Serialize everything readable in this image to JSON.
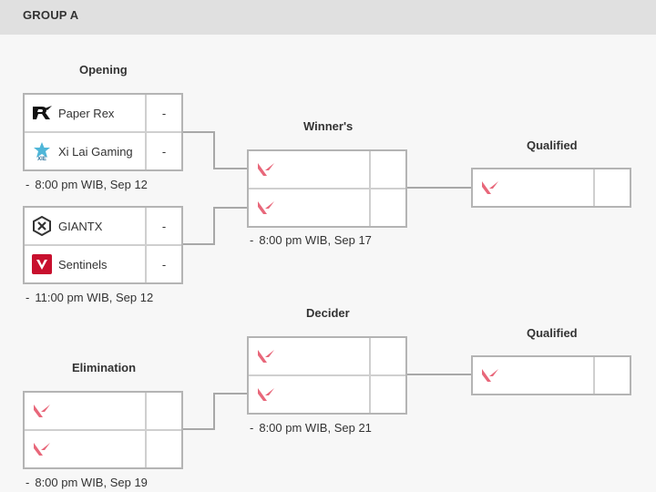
{
  "group": {
    "title": "GROUP A"
  },
  "stages": {
    "opening": "Opening",
    "winners": "Winner's",
    "qualified_top": "Qualified",
    "decider": "Decider",
    "qualified_bottom": "Qualified",
    "elimination": "Elimination"
  },
  "matches": {
    "opening1": {
      "team1": {
        "name": "Paper Rex",
        "score": "-",
        "icon": "paper-rex-logo"
      },
      "team2": {
        "name": "Xi Lai Gaming",
        "score": "-",
        "icon": "xi-lai-gaming-logo"
      },
      "time": "8:00 pm WIB, Sep 12"
    },
    "opening2": {
      "team1": {
        "name": "GIANTX",
        "score": "-",
        "icon": "giantx-logo"
      },
      "team2": {
        "name": "Sentinels",
        "score": "-",
        "icon": "sentinels-logo"
      },
      "time": "11:00 pm WIB, Sep 12"
    },
    "winners": {
      "time": "8:00 pm WIB, Sep 17"
    },
    "elimination": {
      "time": "8:00 pm WIB, Sep 19"
    },
    "decider": {
      "time": "8:00 pm WIB, Sep 21"
    },
    "placeholder_icon": "valorant-logo",
    "time_prefix": "-"
  },
  "colors": {
    "valorant": "#e8677a",
    "sentinels": "#c8102e",
    "xilai": "#4fb6d8",
    "lines": "#a8a8a8"
  }
}
